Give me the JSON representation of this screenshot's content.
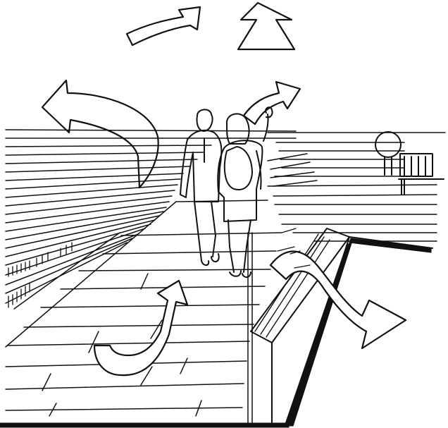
{
  "image": {
    "style": "black-and-white ink sketch",
    "colors": {
      "ink": "#111111",
      "paper": "#ffffff"
    }
  },
  "scene": {
    "elements": [
      "steps",
      "railing",
      "two-people",
      "lamp-post-globe",
      "bench",
      "movement-arrows"
    ]
  }
}
